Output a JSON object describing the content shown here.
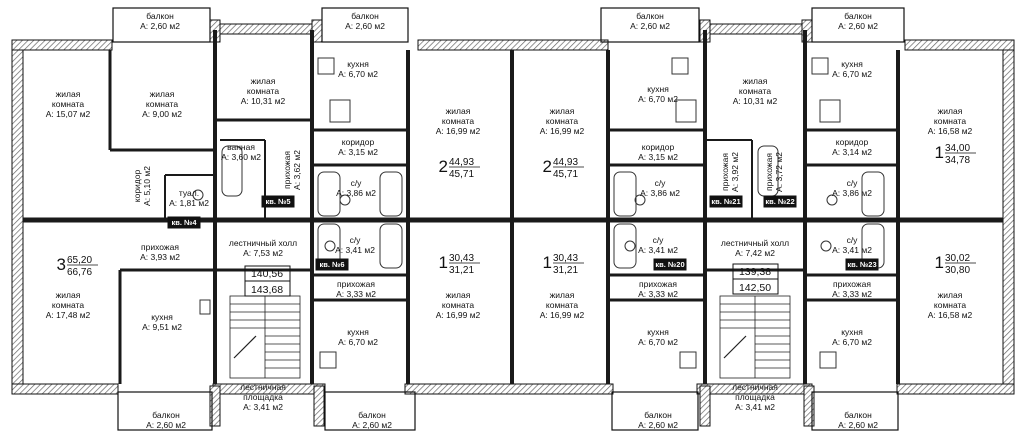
{
  "colors": {
    "wall": "#1a1a1a",
    "hatch": "#7a7a7a",
    "line": "#222222",
    "paper": "#ffffff"
  },
  "rooms": [
    {
      "id": "balk-1",
      "lines": [
        "балкон",
        "А: 2,60 м2"
      ]
    },
    {
      "id": "balk-2",
      "lines": [
        "балкон",
        "А: 2,60 м2"
      ]
    },
    {
      "id": "balk-3",
      "lines": [
        "балкон",
        "А: 2,60 м2"
      ]
    },
    {
      "id": "balk-4",
      "lines": [
        "балкон",
        "А: 2,60 м2"
      ]
    },
    {
      "id": "r1",
      "lines": [
        "жилая",
        "комната",
        "А: 15,07 м2"
      ]
    },
    {
      "id": "r2",
      "lines": [
        "жилая",
        "комната",
        "А: 9,00 м2"
      ]
    },
    {
      "id": "r3",
      "lines": [
        "жилая",
        "комната",
        "А: 10,31 м2"
      ]
    },
    {
      "id": "k1",
      "lines": [
        "кухня",
        "А: 6,70 м2"
      ]
    },
    {
      "id": "r4",
      "lines": [
        "жилая",
        "комната",
        "А: 16,99 м2"
      ]
    },
    {
      "id": "r5",
      "lines": [
        "жилая",
        "комната",
        "А: 16,99 м2"
      ]
    },
    {
      "id": "k2",
      "lines": [
        "кухня",
        "А: 6,70 м2"
      ]
    },
    {
      "id": "r6",
      "lines": [
        "жилая",
        "комната",
        "А: 10,31 м2"
      ]
    },
    {
      "id": "k3",
      "lines": [
        "кухня",
        "А: 6,70 м2"
      ]
    },
    {
      "id": "r7",
      "lines": [
        "жилая",
        "комната",
        "А: 16,58 м2"
      ]
    },
    {
      "id": "bath1",
      "lines": [
        "ванная",
        "А: 3,60 м2"
      ]
    },
    {
      "id": "pr1",
      "lines": [
        "прихожая",
        "А: 3,62 м2"
      ],
      "rot": true
    },
    {
      "id": "kor1",
      "lines": [
        "коридор",
        "А: 5,10 м2"
      ],
      "rot": true
    },
    {
      "id": "tual",
      "lines": [
        "туал.",
        "А: 1,81 м2"
      ]
    },
    {
      "id": "kor2",
      "lines": [
        "коридор",
        "А: 3,15 м2"
      ]
    },
    {
      "id": "su1",
      "lines": [
        "с/у",
        "А: 3,86 м2"
      ]
    },
    {
      "id": "kor3",
      "lines": [
        "коридор",
        "А: 3,15 м2"
      ]
    },
    {
      "id": "su2",
      "lines": [
        "с/у",
        "А: 3,86 м2"
      ]
    },
    {
      "id": "pr2",
      "lines": [
        "прихожая",
        "А: 3,92 м2"
      ],
      "rot": true
    },
    {
      "id": "pr3",
      "lines": [
        "прихожая",
        "А: 3,72 м2"
      ],
      "rot": true
    },
    {
      "id": "kor4",
      "lines": [
        "коридор",
        "А: 3,14 м2"
      ]
    },
    {
      "id": "su3",
      "lines": [
        "с/у",
        "А: 3,86 м2"
      ]
    },
    {
      "id": "pr4",
      "lines": [
        "прихожая",
        "А: 3,93 м2"
      ]
    },
    {
      "id": "holl1",
      "lines": [
        "лестничный холл",
        "А: 7,53 м2"
      ]
    },
    {
      "id": "su4",
      "lines": [
        "с/у",
        "А: 3,41 м2"
      ]
    },
    {
      "id": "su5",
      "lines": [
        "с/у",
        "А: 3,41 м2"
      ]
    },
    {
      "id": "holl2",
      "lines": [
        "лестничный холл",
        "А: 7,42 м2"
      ]
    },
    {
      "id": "su6",
      "lines": [
        "с/у",
        "А: 3,41 м2"
      ]
    },
    {
      "id": "r8",
      "lines": [
        "жилая",
        "комната",
        "А: 17,48 м2"
      ]
    },
    {
      "id": "k4",
      "lines": [
        "кухня",
        "А: 9,51 м2"
      ]
    },
    {
      "id": "pr5",
      "lines": [
        "прихожая",
        "А: 3,33 м2"
      ]
    },
    {
      "id": "k5",
      "lines": [
        "кухня",
        "А: 6,70 м2"
      ]
    },
    {
      "id": "r9",
      "lines": [
        "жилая",
        "комната",
        "А: 16,99 м2"
      ]
    },
    {
      "id": "r10",
      "lines": [
        "жилая",
        "комната",
        "А: 16,99 м2"
      ]
    },
    {
      "id": "pr6",
      "lines": [
        "прихожая",
        "А: 3,33 м2"
      ]
    },
    {
      "id": "k6",
      "lines": [
        "кухня",
        "А: 6,70 м2"
      ]
    },
    {
      "id": "pr7",
      "lines": [
        "прихожая",
        "А: 3,33 м2"
      ]
    },
    {
      "id": "k7",
      "lines": [
        "кухня",
        "А: 6,70 м2"
      ]
    },
    {
      "id": "r11",
      "lines": [
        "жилая",
        "комната",
        "А: 16,58 м2"
      ]
    },
    {
      "id": "lp1",
      "lines": [
        "лестничная",
        "площадка",
        "А: 3,41 м2"
      ]
    },
    {
      "id": "lp2",
      "lines": [
        "лестничная",
        "площадка",
        "А: 3,41 м2"
      ]
    },
    {
      "id": "balk-5",
      "lines": [
        "балкон",
        "А: 2,60 м2"
      ]
    },
    {
      "id": "balk-6",
      "lines": [
        "балкон",
        "А: 2,60 м2"
      ]
    },
    {
      "id": "balk-7",
      "lines": [
        "балкон",
        "А: 2,60 м2"
      ]
    },
    {
      "id": "balk-8",
      "lines": [
        "балкон",
        "А: 2,60 м2"
      ]
    }
  ],
  "apartments": [
    {
      "id": "apt-3",
      "rooms": "3",
      "a": "65,20",
      "b": "66,76"
    },
    {
      "id": "apt-2a",
      "rooms": "2",
      "a": "44,93",
      "b": "45,71"
    },
    {
      "id": "apt-2b",
      "rooms": "2",
      "a": "44,93",
      "b": "45,71"
    },
    {
      "id": "apt-1a",
      "rooms": "1",
      "a": "34,00",
      "b": "34,78"
    },
    {
      "id": "apt-1b",
      "rooms": "1",
      "a": "30,43",
      "b": "31,21"
    },
    {
      "id": "apt-1c",
      "rooms": "1",
      "a": "30,43",
      "b": "31,21"
    },
    {
      "id": "apt-1d",
      "rooms": "1",
      "a": "30,02",
      "b": "30,80"
    }
  ],
  "tags": [
    {
      "id": "kv4",
      "label": "кв. №4"
    },
    {
      "id": "kv5",
      "label": "кв. №5"
    },
    {
      "id": "kv6",
      "label": "кв. №6"
    },
    {
      "id": "kv21",
      "label": "кв. №21"
    },
    {
      "id": "kv22",
      "label": "кв. №22"
    },
    {
      "id": "kv20",
      "label": "кв. №20"
    },
    {
      "id": "kv23",
      "label": "кв. №23"
    }
  ],
  "hall_totals": [
    {
      "id": "ht1",
      "a": "140,56",
      "b": "143,68"
    },
    {
      "id": "ht2",
      "a": "139,38",
      "b": "142,50"
    }
  ]
}
